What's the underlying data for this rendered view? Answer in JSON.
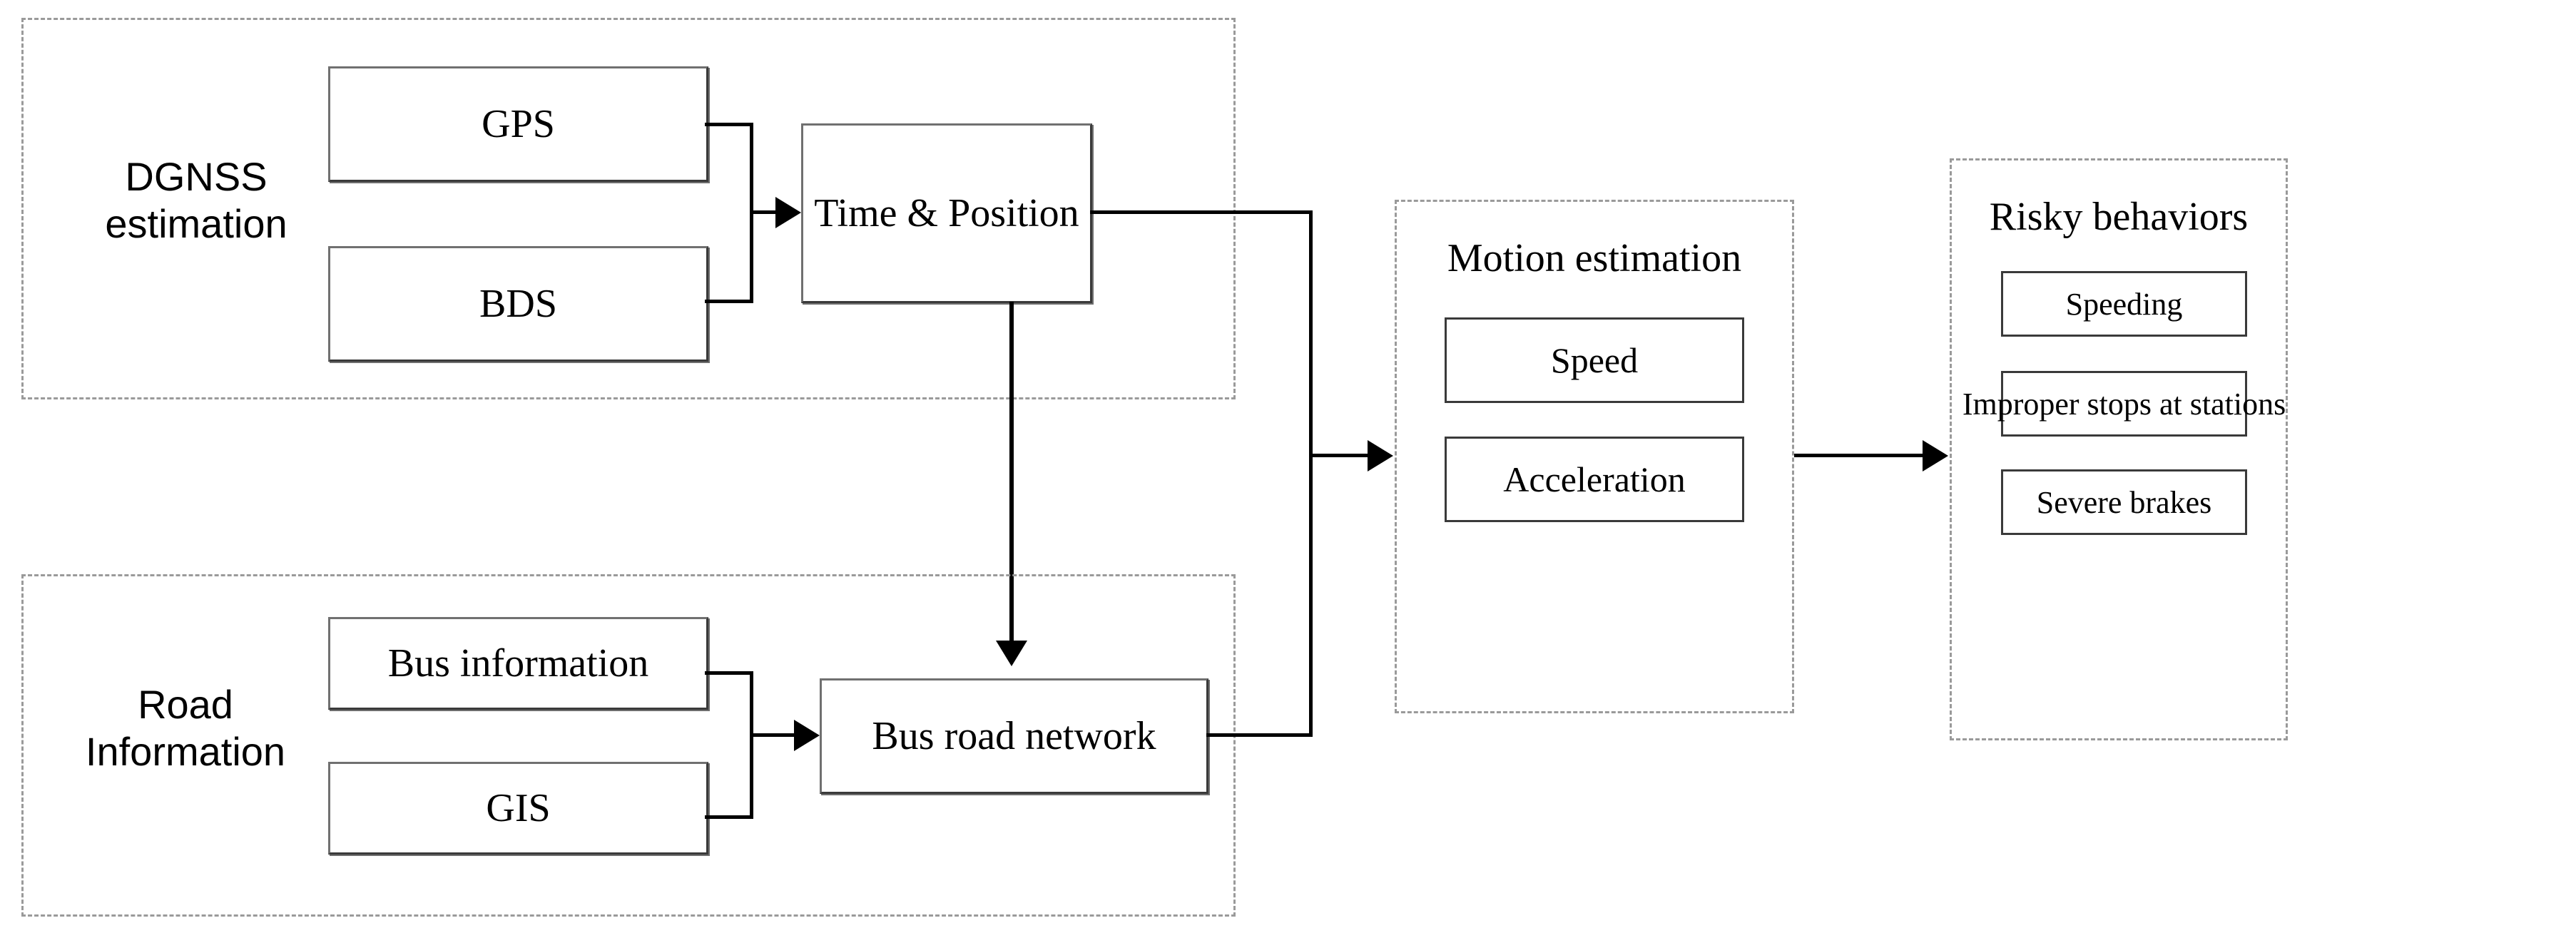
{
  "diagram": {
    "title": "Bus risky behavior detection system flowchart",
    "groups": [
      {
        "id": "dgnss",
        "side_label": "DGNSS\nestimation",
        "side_label_line1": "DGNSS",
        "side_label_line2": "estimation",
        "nodes": [
          {
            "id": "gps",
            "label": "GPS"
          },
          {
            "id": "bds",
            "label": "BDS"
          }
        ]
      },
      {
        "id": "road-information",
        "side_label_line1": "Road",
        "side_label_line2": "Information",
        "nodes": [
          {
            "id": "bus-information",
            "label": "Bus information"
          },
          {
            "id": "gis",
            "label": "GIS"
          }
        ]
      },
      {
        "id": "motion-estimation",
        "title": "Motion estimation",
        "nodes": [
          {
            "id": "speed",
            "label": "Speed"
          },
          {
            "id": "acceleration",
            "label": "Acceleration"
          }
        ]
      },
      {
        "id": "risky-behaviors",
        "title": "Risky behaviors",
        "nodes": [
          {
            "id": "speeding",
            "label": "Speeding"
          },
          {
            "id": "improper-stops",
            "label": "Improper stops at stations"
          },
          {
            "id": "severe-brakes",
            "label": "Severe brakes"
          }
        ]
      }
    ],
    "standalone_nodes": [
      {
        "id": "time-position",
        "label": "Time & Position"
      },
      {
        "id": "bus-road-network",
        "label": "Bus road network"
      }
    ],
    "colors": {
      "background": "#ffffff",
      "box_border": "#3a3a3a",
      "group_border": "#9a9a9a",
      "connector": "#000000",
      "text": "#000000"
    }
  }
}
